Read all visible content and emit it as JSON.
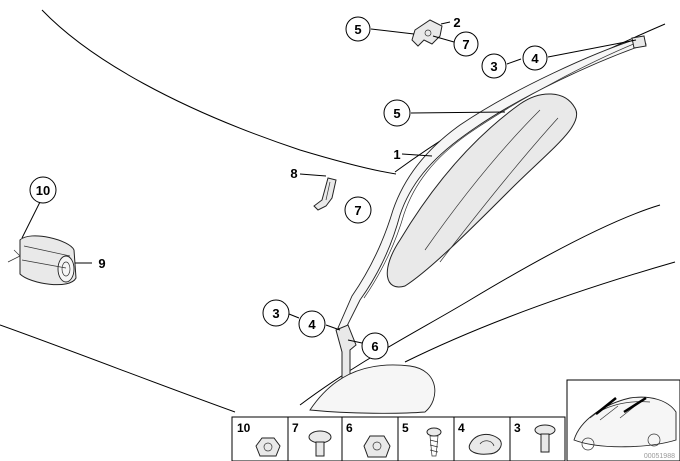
{
  "diagram": {
    "callouts": {
      "c_5_top": "5",
      "c_2": "2",
      "c_7_top": "7",
      "c_4_top": "4",
      "c_3_top": "3",
      "c_5_mid": "5",
      "c_1": "1",
      "c_8": "8",
      "c_7_mid": "7",
      "c_10": "10",
      "c_9": "9",
      "c_3_low": "3",
      "c_4_low": "4",
      "c_6": "6"
    },
    "parts_table": [
      "10",
      "7",
      "6",
      "5",
      "4",
      "3"
    ],
    "watermark": "00051988"
  }
}
